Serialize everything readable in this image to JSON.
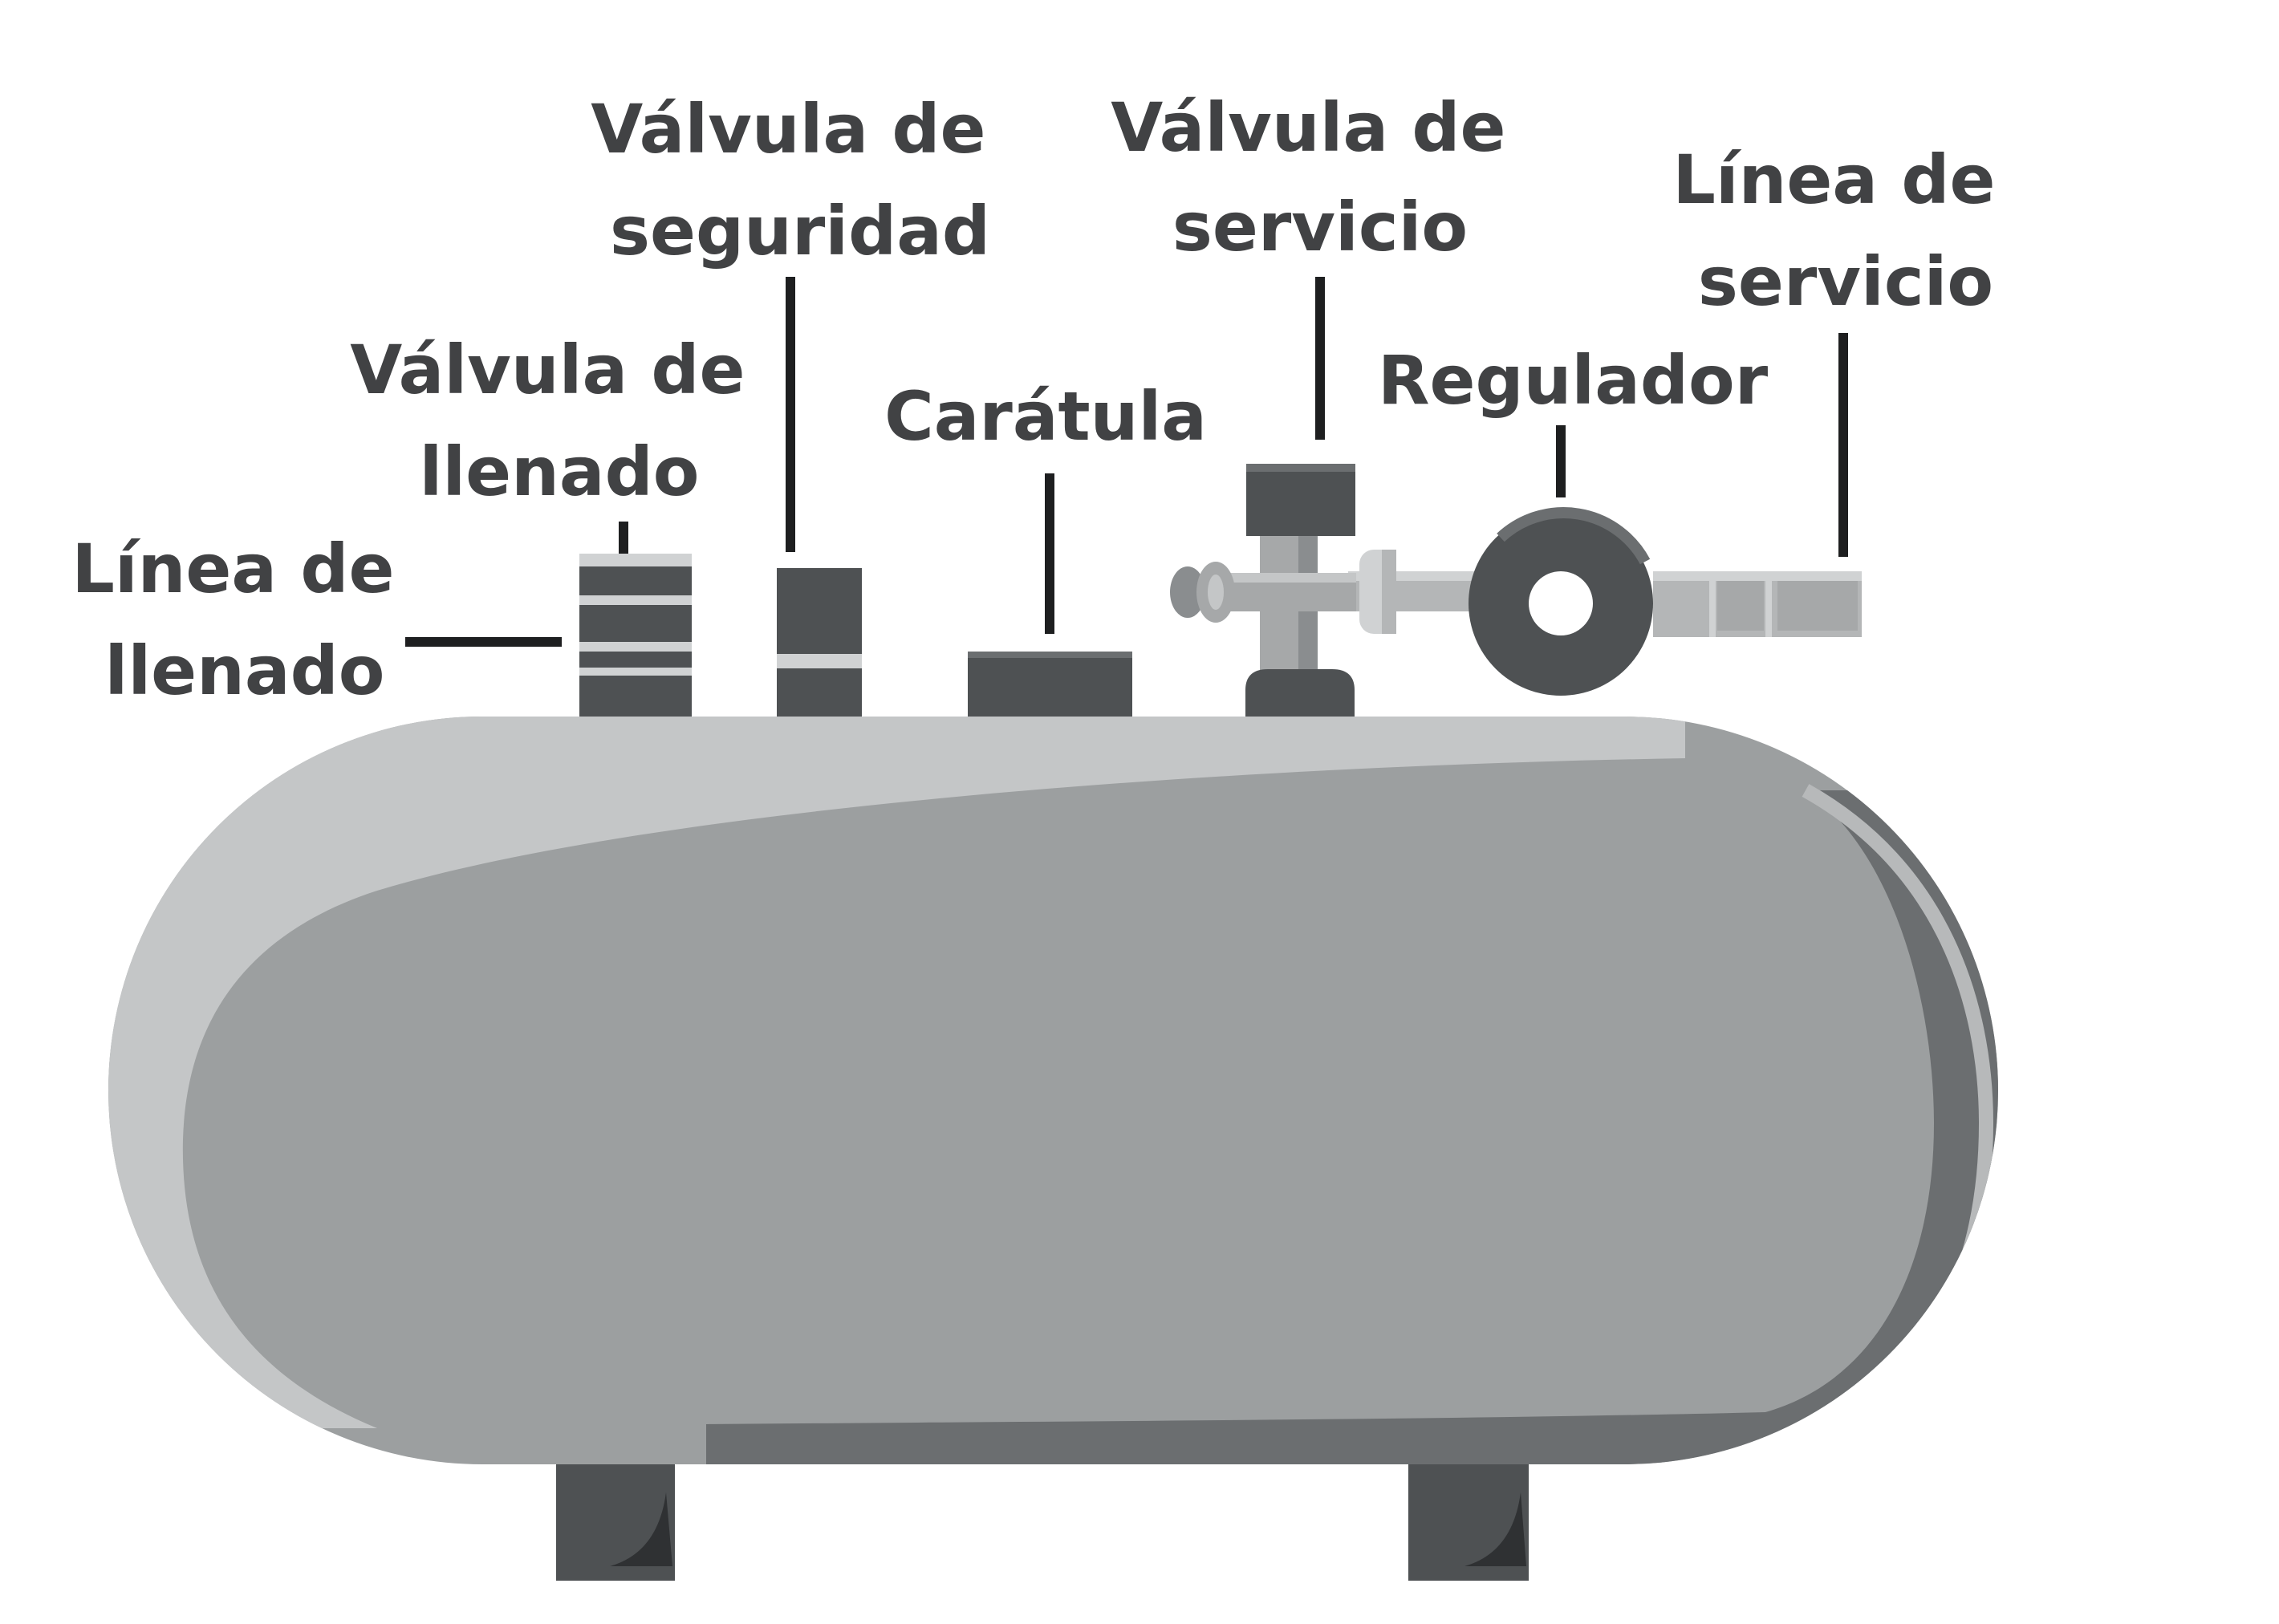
{
  "labels": {
    "linea_llenado": [
      "Línea de",
      "llenado"
    ],
    "valvula_llenado": [
      "Válvula de",
      "llenado"
    ],
    "valvula_seguridad": [
      "Válvula de",
      "seguridad"
    ],
    "caratula": [
      "Carátula"
    ],
    "valvula_servicio": [
      "Válvula de",
      "servicio"
    ],
    "regulador": [
      "Regulador"
    ],
    "linea_servicio": [
      "Línea de",
      "servicio"
    ]
  },
  "colors": {
    "tank_body": "#9c9fa0",
    "tank_highlight": "#c4c6c7",
    "tank_shadow": "#6b6e70",
    "component_dark": "#4e5153",
    "component_light": "#d0d2d3",
    "pipe": "#b4b6b7",
    "label_text": "#414244",
    "leader_line": "#1e1f20"
  }
}
